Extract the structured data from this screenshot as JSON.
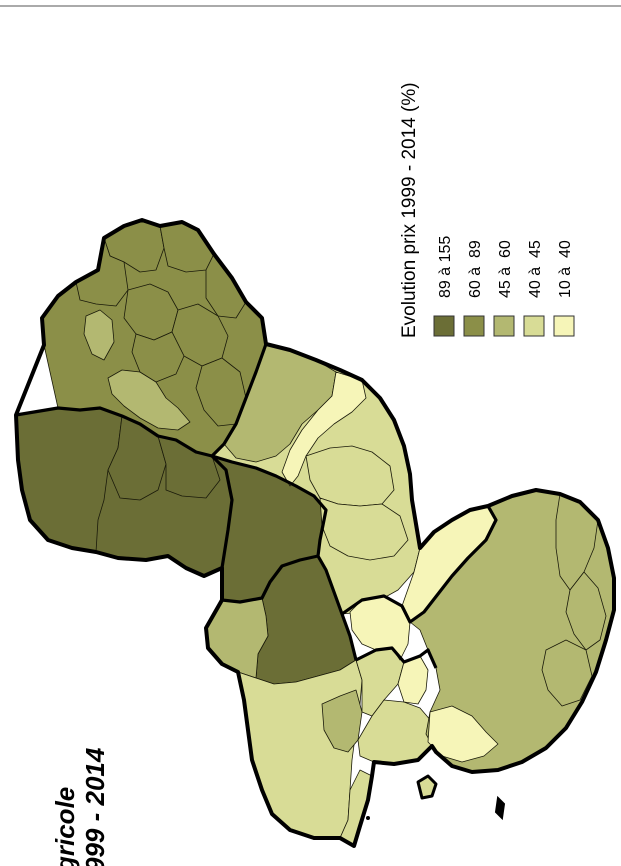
{
  "title": {
    "line1": "gricole",
    "line2": "999 - 2014"
  },
  "legend": {
    "title": "Evolution prix 1999 - 2014 (%)",
    "items": [
      {
        "label": "89 à 155",
        "color": "#6b6e36"
      },
      {
        "label": "60 à  89",
        "color": "#8b8f48"
      },
      {
        "label": "45 à  60",
        "color": "#b3b871"
      },
      {
        "label": "40 à  45",
        "color": "#d8dc96"
      },
      {
        "label": "10 à  40",
        "color": "#f6f5b8"
      }
    ]
  },
  "colors": {
    "class1": "#6b6e36",
    "class2": "#8b8f48",
    "class3": "#b3b871",
    "class4": "#d8dc96",
    "class5": "#f6f5b8"
  }
}
